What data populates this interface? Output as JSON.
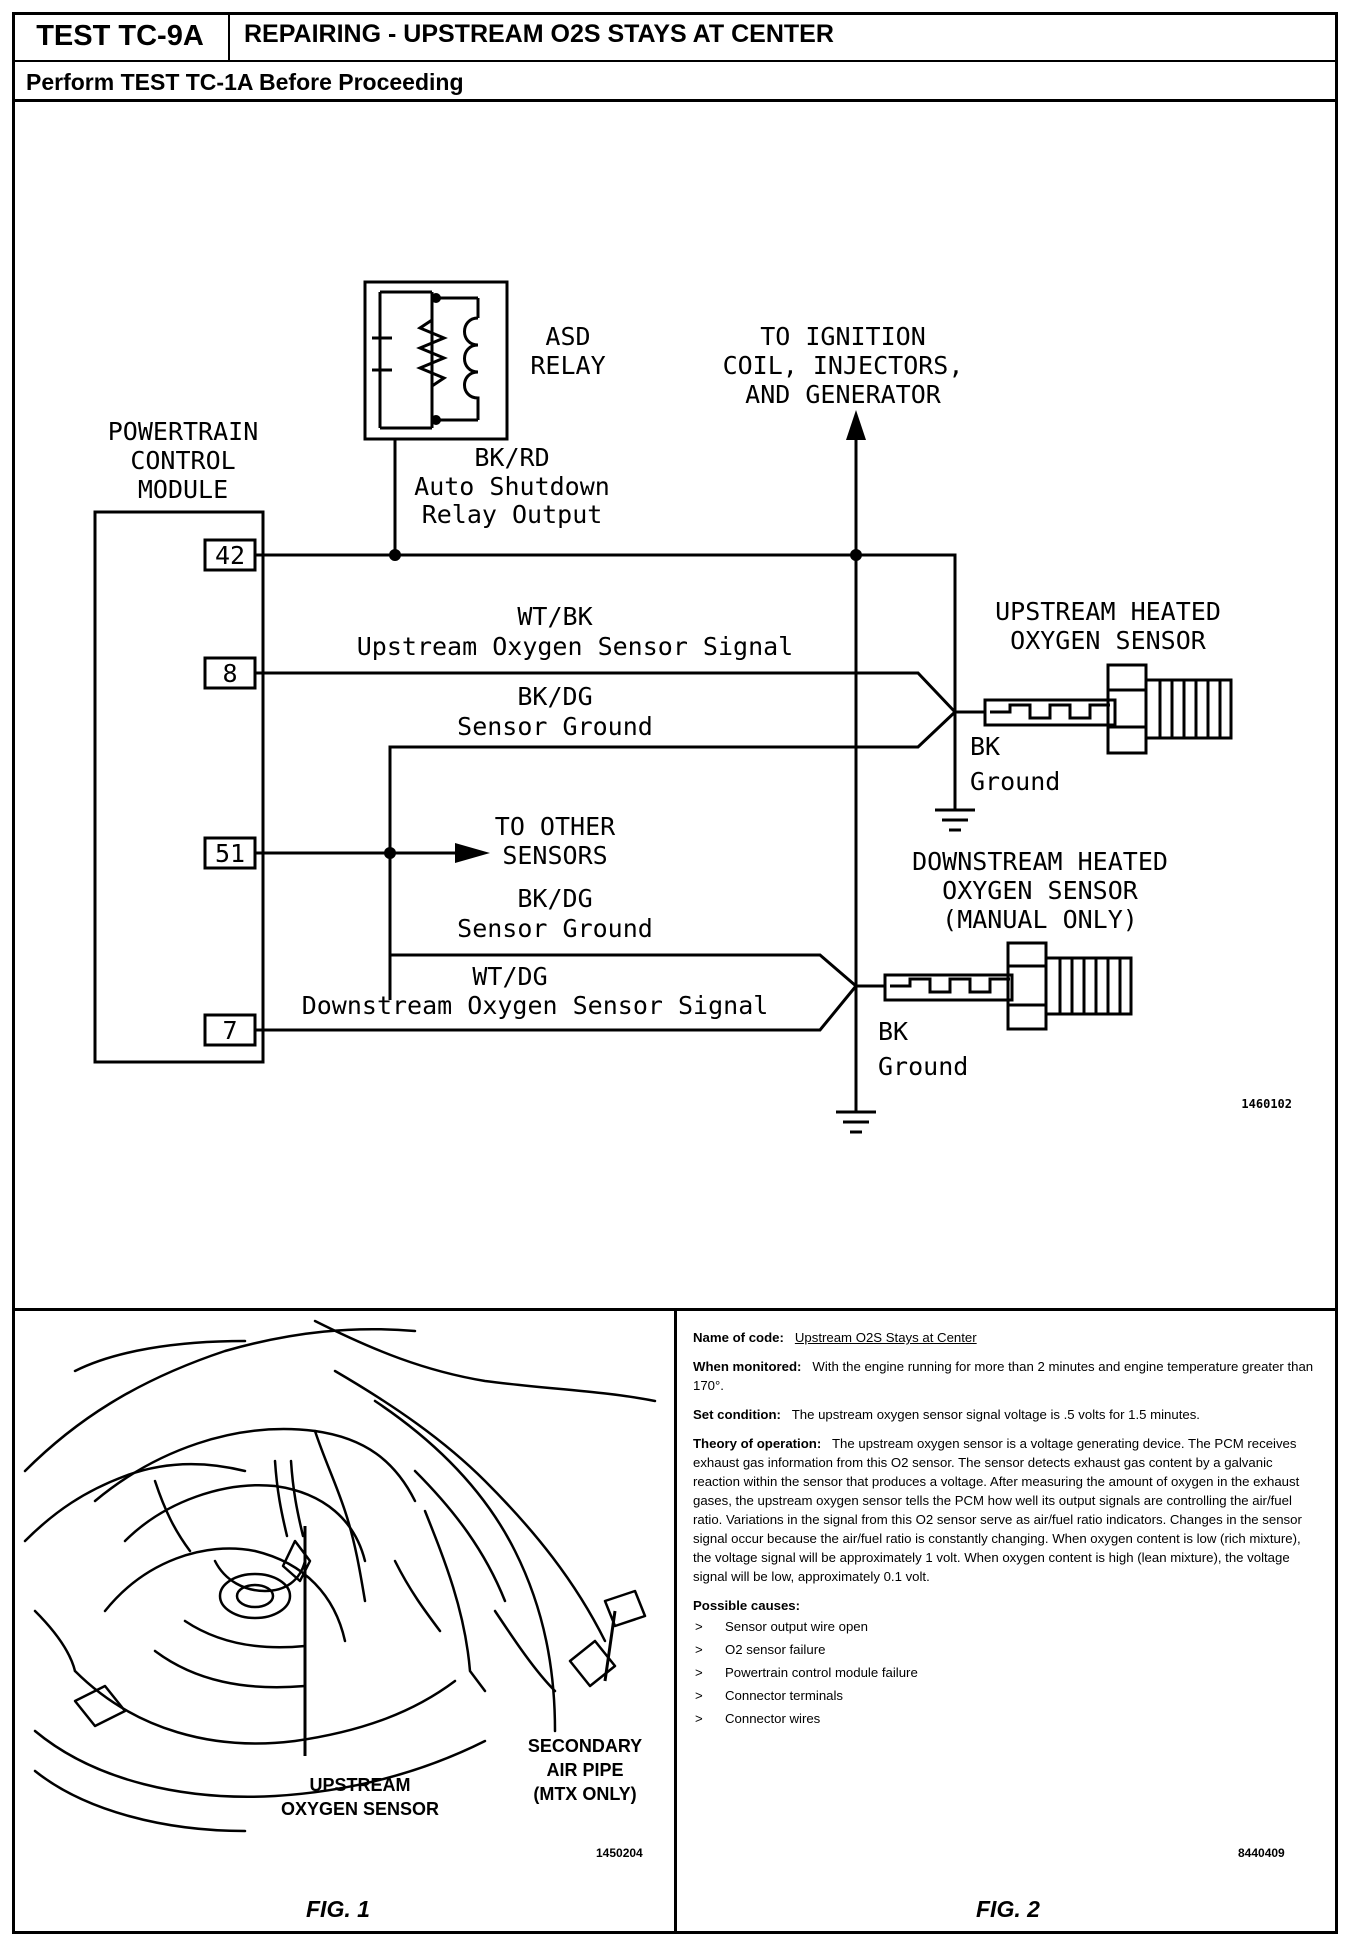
{
  "header": {
    "test_id": "TEST TC-9A",
    "title": "REPAIRING - UPSTREAM O2S STAYS AT CENTER",
    "prerequisite": "Perform TEST TC-1A Before Proceeding"
  },
  "schematic": {
    "pcm_label": [
      "POWERTRAIN",
      "CONTROL",
      "MODULE"
    ],
    "pins": [
      "42",
      "8",
      "51",
      "7"
    ],
    "asd_relay_label": [
      "ASD",
      "RELAY"
    ],
    "asd_output": [
      "BK/RD",
      "Auto Shutdown",
      "Relay Output"
    ],
    "ignition_label": [
      "TO IGNITION",
      "COIL, INJECTORS,",
      "AND GENERATOR"
    ],
    "upstream_signal": [
      "WT/BK",
      "Upstream Oxygen Sensor Signal"
    ],
    "upstream_ground": [
      "BK/DG",
      "Sensor Ground"
    ],
    "other_sensors": [
      "TO OTHER",
      "SENSORS"
    ],
    "downstream_ground": [
      "BK/DG",
      "Sensor Ground"
    ],
    "downstream_signal": [
      "WT/DG",
      "Downstream Oxygen Sensor Signal"
    ],
    "upstream_sensor_label": [
      "UPSTREAM HEATED",
      "OXYGEN SENSOR"
    ],
    "upstream_sensor_ground": [
      "BK",
      "Ground"
    ],
    "downstream_sensor_label": [
      "DOWNSTREAM HEATED",
      "OXYGEN SENSOR",
      "(MANUAL ONLY)"
    ],
    "downstream_sensor_ground": [
      "BK",
      "Ground"
    ],
    "figure_ref": "1460102"
  },
  "fig1": {
    "label": "FIG. 1",
    "callout_sensor": [
      "UPSTREAM",
      "OXYGEN SENSOR"
    ],
    "callout_pipe": [
      "SECONDARY",
      "AIR PIPE",
      "(MTX ONLY)"
    ],
    "figure_ref": "1450204"
  },
  "fig2": {
    "label": "FIG. 2",
    "name_key": "Name of code:",
    "name_value": "Upstream O2S Stays at Center",
    "monitored_key": "When monitored:",
    "monitored_value": "With the engine running for more than 2 minutes and engine temperature greater than 170°.",
    "set_key": "Set condition:",
    "set_value": "The upstream oxygen sensor signal voltage is .5 volts for 1.5 minutes.",
    "theory_key": "Theory of operation:",
    "theory_value": "The upstream oxygen sensor is a voltage generating device. The PCM receives exhaust gas information from this O2 sensor. The sensor detects exhaust gas content by a galvanic reaction within the sensor that produces a voltage. After measuring the amount of oxygen in the exhaust gases, the upstream oxygen sensor tells the PCM how well its output signals are controlling the air/fuel ratio. Variations in the signal from this O2 sensor serve as air/fuel ratio indicators. Changes in the sensor signal occur because the air/fuel ratio is constantly changing. When oxygen content is low (rich mixture), the voltage signal will be approximately 1 volt. When oxygen content is high (lean mixture), the voltage signal will be low, approximately 0.1 volt.",
    "causes_key": "Possible causes:",
    "bullet": ">",
    "causes": [
      "Sensor output wire open",
      "O2 sensor failure",
      "Powertrain control module failure",
      "Connector terminals",
      "Connector wires"
    ],
    "figure_ref": "8440409"
  }
}
